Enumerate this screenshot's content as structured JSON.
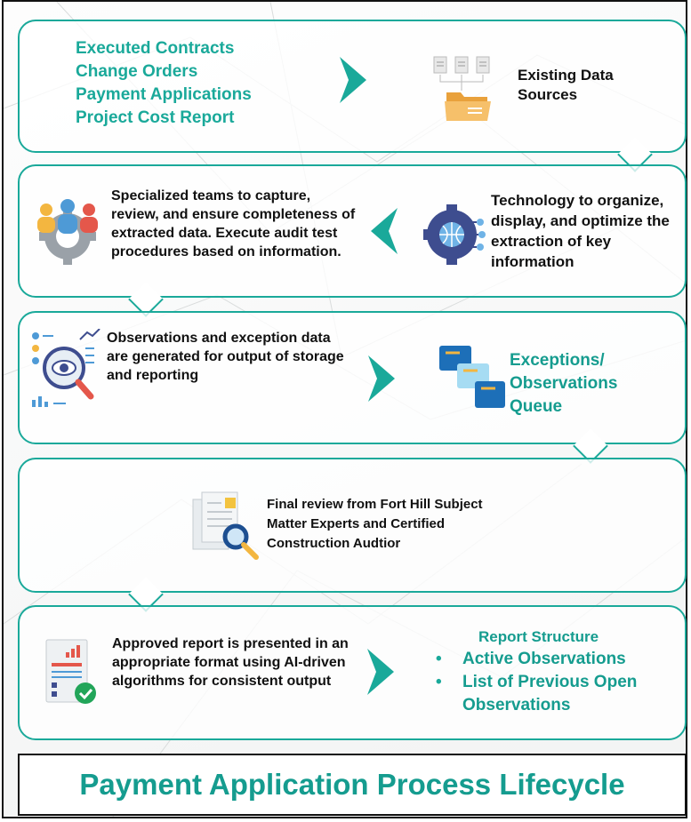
{
  "panel1": {
    "inputs": [
      "Executed Contracts",
      "Change Orders",
      "Payment Applications",
      "Project Cost Report"
    ],
    "sources_label": "Existing Data Sources"
  },
  "panel2": {
    "teams_text": "Specialized teams to capture, review, and ensure completeness of extracted data. Execute audit test procedures based on information.",
    "tech_text": "Technology to organize, display, and optimize the extraction of key information"
  },
  "panel3": {
    "observations_text": "Observations and exception data are generated for output of storage and reporting",
    "queue_label": "Exceptions/ Observations Queue"
  },
  "panel4": {
    "review_text": "Final review from Fort Hill Subject Matter Experts and Certified Construction Audtior"
  },
  "panel5": {
    "report_text": "Approved report is presented in an appropriate format using AI-driven algorithms for consistent output",
    "structure_heading": "Report Structure",
    "structure_items": [
      "Active Observations",
      "List of Previous Open Observations"
    ]
  },
  "title": "Payment Application Process Lifecycle",
  "colors": {
    "accent": "#1aa99a",
    "title": "#159c8f",
    "border": "#111111"
  },
  "icons": [
    "document-icon",
    "folder-icon",
    "team-gear-icon",
    "tech-gear-icon",
    "analytics-magnifier-icon",
    "queue-cards-icon",
    "review-documents-icon",
    "report-check-icon",
    "chevron-right-icon",
    "chevron-left-icon"
  ]
}
